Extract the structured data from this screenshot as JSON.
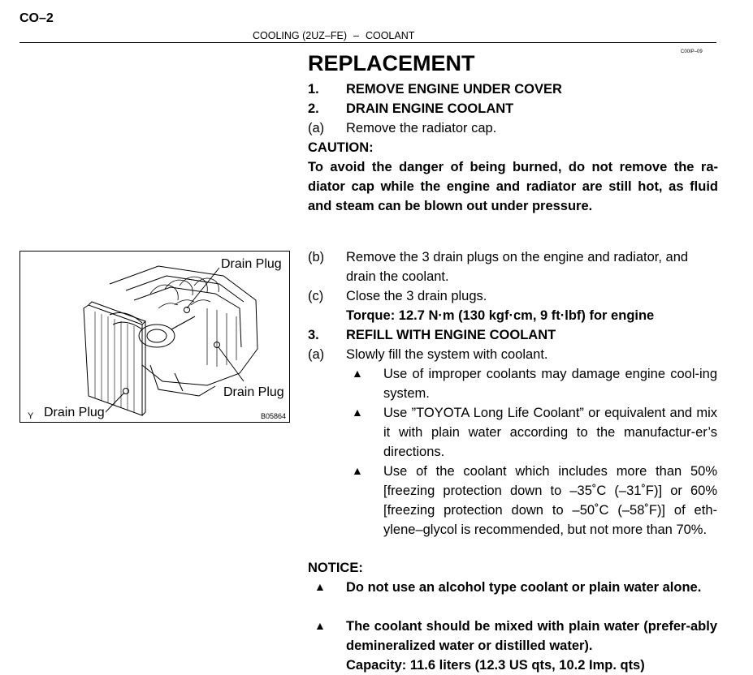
{
  "header": {
    "page_number": "CO–2",
    "section": "COOLING (2UZ–FE)",
    "separator": "–",
    "subsection": "COOLANT",
    "doc_code": "C00IP–09"
  },
  "heading": "REPLACEMENT",
  "steps": {
    "s1_num": "1.",
    "s1_text": "REMOVE ENGINE UNDER COVER",
    "s2_num": "2.",
    "s2_text": "DRAIN ENGINE COOLANT",
    "s2a_num": "(a)",
    "s2a_text": "Remove the radiator cap.",
    "caution_label": "CAUTION:",
    "caution_text": "To avoid the danger of being burned, do not remove the ra-diator cap while the engine and radiator are still hot, as fluid and steam can be blown out under pressure.",
    "s2b_num": "(b)",
    "s2b_line1": "Remove the 3 drain plugs on the engine and radiator, and",
    "s2b_line2": "drain the coolant.",
    "s2c_num": "(c)",
    "s2c_text": "Close the 3 drain plugs.",
    "torque": "Torque: 12.7 N·m (130 kgf·cm, 9 ft·lbf) for engine",
    "s3_num": "3.",
    "s3_text": "REFILL WITH ENGINE COOLANT",
    "s3a_num": "(a)",
    "s3a_text": "Slowly fill the system with coolant."
  },
  "bullets": [
    {
      "symbol": "▲",
      "text": "Use of improper coolants may damage engine cool-ing system."
    },
    {
      "symbol": "▲",
      "text": "Use ”TOYOTA Long Life Coolant” or equivalent and mix it with plain water according to the manufactur-er’s directions."
    },
    {
      "symbol": "▲",
      "text": "Use of the coolant which includes more than 50% [freezing protection down to –35˚C (–31˚F)] or 60% [freezing protection down to –50˚C (–58˚F)] of eth-ylene–glycol is recommended, but not more than 70%."
    }
  ],
  "notice": {
    "label": "NOTICE:",
    "items": [
      {
        "symbol": "▲",
        "text": "Do not use an alcohol type coolant or plain water alone."
      },
      {
        "symbol": "▲",
        "text": "The coolant should be mixed with plain water (prefer-ably demineralized water or distilled water)."
      }
    ],
    "capacity": "Capacity: 11.6 liters (12.3 US qts, 10.2 Imp. qts)"
  },
  "figure": {
    "label_top": "Drain Plug",
    "label_right": "Drain Plug",
    "label_left": "Drain Plug",
    "corner_mark": "Y",
    "code": "B05864",
    "icons": [
      "engine-illustration",
      "radiator-illustration"
    ]
  }
}
